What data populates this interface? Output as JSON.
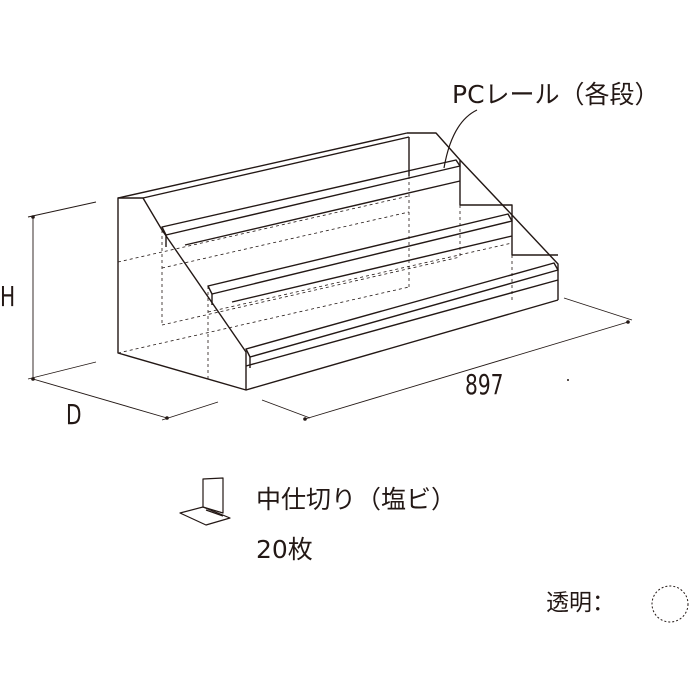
{
  "callouts": {
    "pc_rail": "PCレール（各段）"
  },
  "dimensions": {
    "height": "H",
    "depth": "D",
    "width": "897"
  },
  "accessory": {
    "name": "中仕切り（塩ビ）",
    "quantity": "20枚",
    "icon": "divider-icon"
  },
  "color_legend": {
    "label": "透明：",
    "swatch": "clear-swatch-icon"
  },
  "colors": {
    "line": "#231815",
    "background": "#ffffff"
  }
}
